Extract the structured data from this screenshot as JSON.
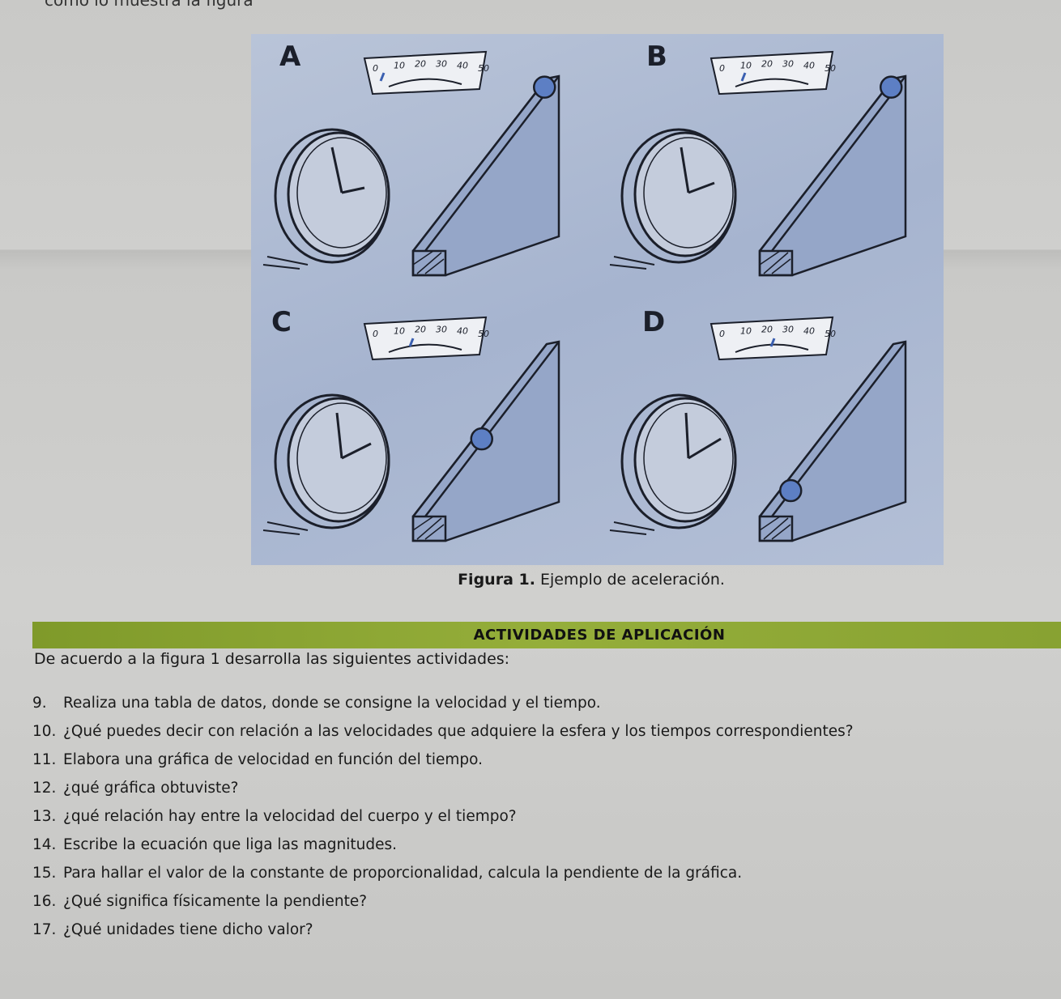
{
  "top_text": "como lo muestra la figura",
  "figure": {
    "panels": [
      {
        "label": "A"
      },
      {
        "label": "B"
      },
      {
        "label": "C"
      },
      {
        "label": "D"
      }
    ],
    "gauge_ticks": [
      "0",
      "10",
      "20",
      "30",
      "40",
      "50"
    ],
    "caption_bold": "Figura 1.",
    "caption_text": " Ejemplo de aceleración."
  },
  "section": {
    "title": "ACTIVIDADES DE APLICACIÓN",
    "intro": "De acuerdo a la figura 1 desarrolla las siguientes actividades:",
    "items": [
      {
        "num": "9.",
        "text": "Realiza una tabla de datos, donde se consigne la velocidad y el tiempo."
      },
      {
        "num": "10.",
        "text": "¿Qué puedes decir con relación a las velocidades que adquiere la esfera y los tiempos correspondientes?"
      },
      {
        "num": "11.",
        "text": "Elabora una gráfica de velocidad en función del tiempo."
      },
      {
        "num": "12.",
        "text": "¿qué gráfica obtuviste?"
      },
      {
        "num": "13.",
        "text": "¿qué relación hay entre la velocidad del cuerpo y el tiempo?"
      },
      {
        "num": "14.",
        "text": "Escribe la ecuación que liga las magnitudes."
      },
      {
        "num": "15.",
        "text": "Para hallar el valor de la constante de proporcionalidad, calcula la pendiente de la gráfica."
      },
      {
        "num": "16.",
        "text": "¿Qué significa físicamente la pendiente?"
      },
      {
        "num": "17.",
        "text": "¿Qué unidades tiene dicho valor?"
      }
    ]
  }
}
